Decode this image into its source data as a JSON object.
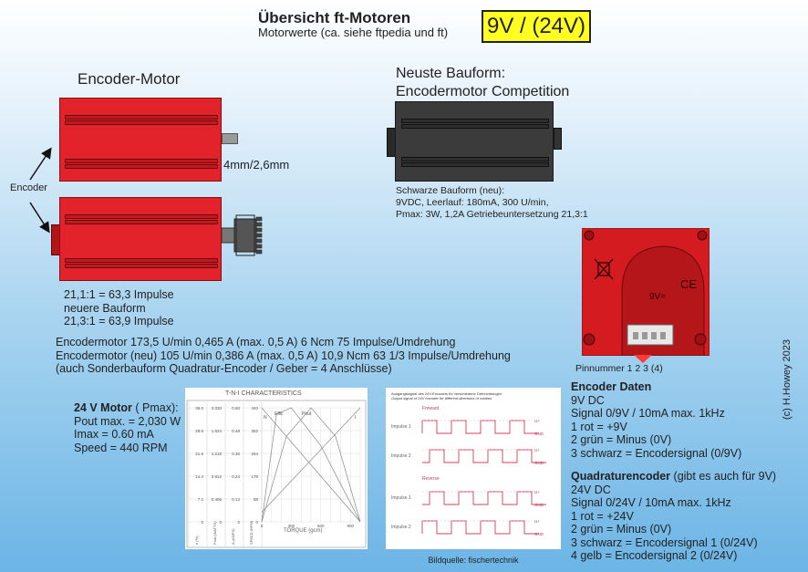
{
  "header": {
    "title": "Übersicht ft-Motoren",
    "subtitle": "Motorwerte (ca. siehe ftpedia und ft)",
    "voltage": "9V / (24V)"
  },
  "encoder_motor": {
    "heading": "Encoder-Motor",
    "shaft_label": "4mm/2,6mm",
    "encoder_label": "Encoder",
    "notes": [
      "21,1:1 = 63,3 Impulse",
      "neuere Bauform",
      "21,3:1 = 63,9 Impulse"
    ]
  },
  "competition": {
    "heading_line1": "Neuste Bauform:",
    "heading_line2": "Encodermotor Competition",
    "desc": [
      "Schwarze Bauform (neu):",
      "9VDC, Leerlauf: 180mA, 300 U/min,",
      "Pmax: 3W, 1,2A Getriebeuntersetzung 21,3:1"
    ]
  },
  "specs": [
    "Encodermotor 173,5 U/min 0,465 A (max. 0,5 A) 6 Ncm 75 Impulse/Umdrehung",
    "Encodermotor (neu) 105 U/min 0,386 A (max. 0,5 A) 10,9 Ncm 63 1/3 Impulse/Umdrehung",
    "(auch Sonderbauform Quadratur-Encoder / Geber = 4 Anschlüsse)"
  ],
  "motor24": {
    "heading": "24 V Motor",
    "heading_suffix": " ( Pmax):",
    "lines": [
      "Pout max. = 2,030 W",
      "Imax = 0.60 mA",
      "Speed = 440 RPM"
    ]
  },
  "pcb": {
    "voltage_mark": "9V=",
    "ce_mark": "CE",
    "pin_label": "Pinnummer 1  2  3  (4)"
  },
  "encoder_data": {
    "heading": "Encoder Daten",
    "lines": [
      "9V DC",
      "Signal 0/9V / 10mA max. 1kHz",
      "1 rot = +9V",
      "2 grün = Minus (0V)",
      "3 schwarz = Encodersignal (0/9V)"
    ]
  },
  "quadrature": {
    "heading": "Quadraturencoder",
    "heading_suffix": " (gibt es auch für 9V)",
    "lines": [
      "24V DC",
      "Signal 0/24V / 10mA max. 1kHz",
      "1 rot = +24V",
      "2 grün = Minus (0V)",
      "3 schwarz = Encodersignal 1 (0/24V)",
      "4 gelb = Encodersignal 2 (0/24V)"
    ]
  },
  "chart_data": {
    "type": "line",
    "title": "T-N-I CHARACTERISTICS",
    "xlabel": "TORQUE (gcm)",
    "x_ticks": [
      "0",
      "300",
      "600",
      "900"
    ],
    "y_tick_rows": [
      [
        "36.0",
        "2.030",
        "0.60",
        "440"
      ],
      [
        "28.8",
        "1.624",
        "0.48",
        "352"
      ],
      [
        "21.6",
        "1.218",
        "0.36",
        "264"
      ],
      [
        "14.4",
        "0.812",
        "0.24",
        "176"
      ],
      [
        "7.2",
        "0.406",
        "0.12",
        "88"
      ],
      [
        "0",
        "0",
        "0",
        "0"
      ]
    ],
    "column_headers": [
      "n (%)",
      "Pout (WATTS)",
      "A (AMPS)",
      "SPEED (RPM)"
    ],
    "curve_labels": [
      "N",
      "Effic",
      "Pout",
      "I"
    ],
    "series": [
      {
        "name": "N",
        "x": [
          0,
          1000
        ],
        "y": [
          440,
          0
        ]
      },
      {
        "name": "I",
        "x": [
          0,
          1000
        ],
        "y": [
          0.05,
          0.6
        ]
      },
      {
        "name": "Pout",
        "x": [
          0,
          250,
          500,
          750,
          1000
        ],
        "y": [
          0,
          1.52,
          2.03,
          1.52,
          0
        ]
      },
      {
        "name": "Effic",
        "x": [
          0,
          150,
          300,
          600,
          1000
        ],
        "y": [
          0,
          34,
          36,
          24,
          0
        ]
      }
    ]
  },
  "signal_chart": {
    "caption1": "Ausgangssignal des 24V-Encoders für verschiedene Drehrichtungen",
    "caption2": "Output signal of 24V encoder for different directions of rotation",
    "forward_label": "Forward",
    "reverse_label": "Reverse",
    "impulse1": "Impulse 1",
    "impulse2": "Impulse 2",
    "vplus": "U+",
    "gnd": "GND"
  },
  "credit": "Bildquelle: fischertechnik",
  "copyright": "(c) H.Howey  2023",
  "colors": {
    "motor_red": "#e3232b",
    "motor_black": "#3b3b3b",
    "voltage_box": "#ffff22"
  }
}
